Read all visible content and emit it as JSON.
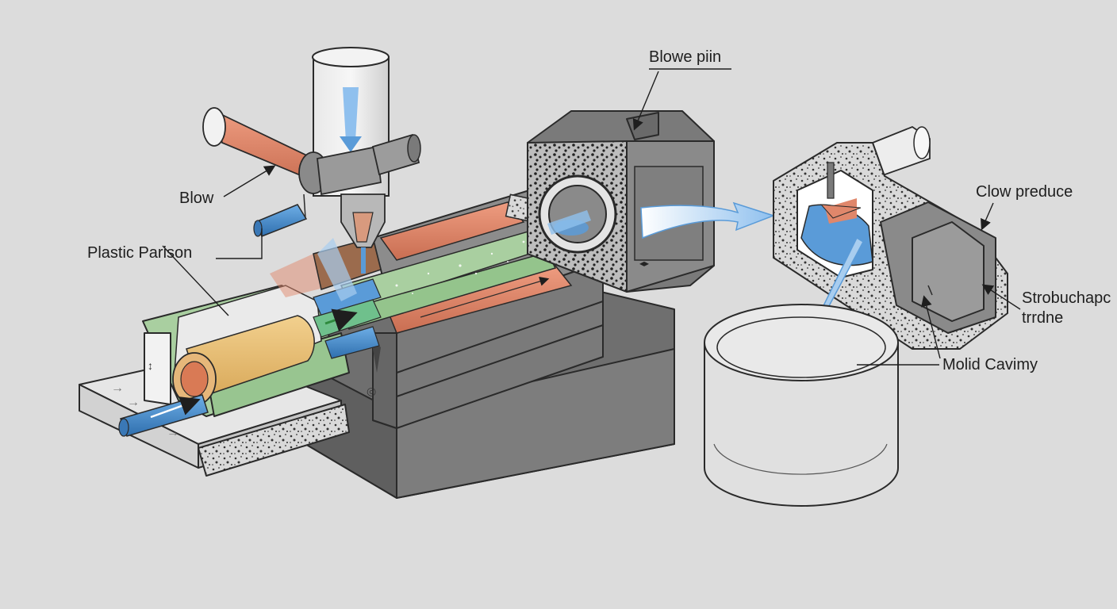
{
  "labels": {
    "blow": "Blow",
    "plastic_parison": "Plastic Parison",
    "blowe_pin": "Blowe piin",
    "clow_preduce": "Clow preduce",
    "strobuchapc": "Strobuchapc",
    "trrdne": "trrdne",
    "molid_cavimy": "Molid Cavimy"
  },
  "colors": {
    "background": "#dcdcdc",
    "machine_gray": "#7c7c7c",
    "machine_dark": "#5e5e5e",
    "machine_light": "#9a9a9a",
    "parison_orange": "#e0876b",
    "parison_green": "#a9cfa0",
    "parison_yellow": "#e8c47a",
    "air_blue": "#5a9bd8",
    "air_light_blue": "#a8cdef",
    "speckle_fill": "#d8d8d8",
    "line": "#2a2a2a"
  }
}
